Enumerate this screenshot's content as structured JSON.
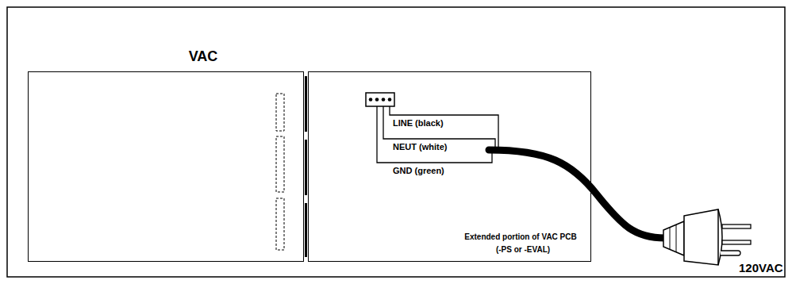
{
  "diagram": {
    "nodes": [
      {
        "text": [
          "VAC"
        ]
      },
      {
        "text": [
          "Extended portion of VAC PCB",
          "(-PS or -EVAL)"
        ]
      }
    ],
    "labels": [
      "LINE (black)",
      "NEUT (white)",
      "GND (green)",
      "120VAC"
    ]
  }
}
